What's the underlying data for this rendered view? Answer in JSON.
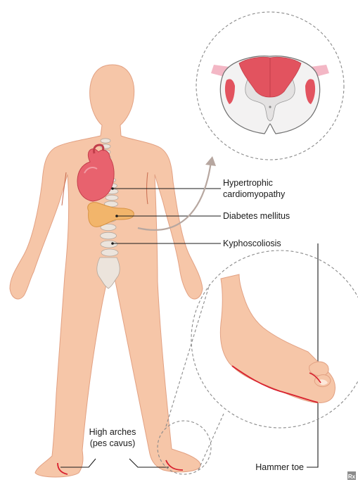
{
  "labels": {
    "hcm_line1": "Hypertrophic",
    "hcm_line2": "cardiomyopathy",
    "diabetes": "Diabetes mellitus",
    "kypho": "Kyphoscoliosis",
    "arches_line1": "High arches",
    "arches_line2": "(pes cavus)",
    "hammer": "Hammer toe"
  },
  "logo": {
    "text": "Rx"
  },
  "colors": {
    "skin": "#f6c6a8",
    "skin_outline": "#e2a183",
    "heart": "#e8626e",
    "pancreas": "#f2b56b",
    "spine": "#ece4dc",
    "cord_white": "#f3f2f2",
    "cord_lesion": "#e2535f",
    "highlight": "#d8202e"
  },
  "icons": {
    "heart": "heart-icon",
    "pancreas": "pancreas-icon",
    "spine": "spine-icon",
    "spinal_cord": "spinal-cord-cross-section-icon",
    "foot": "foot-icon",
    "logo": "rx-logo-icon"
  }
}
